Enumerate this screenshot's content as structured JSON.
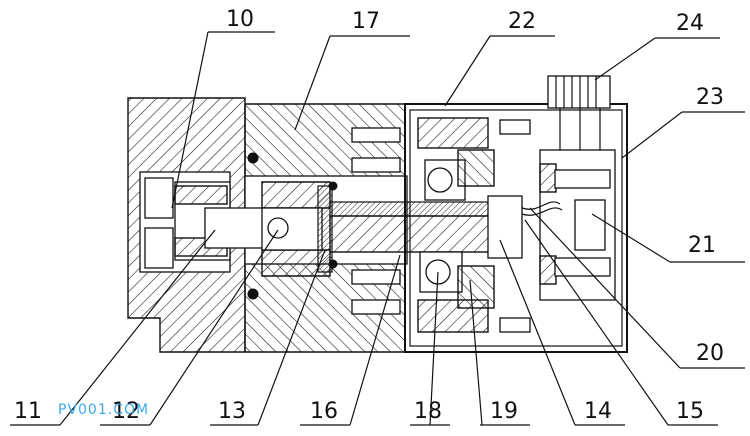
{
  "callouts": [
    {
      "id": "10",
      "text": "10"
    },
    {
      "id": "17",
      "text": "17"
    },
    {
      "id": "22",
      "text": "22"
    },
    {
      "id": "24",
      "text": "24"
    },
    {
      "id": "23",
      "text": "23"
    },
    {
      "id": "21",
      "text": "21"
    },
    {
      "id": "20",
      "text": "20"
    },
    {
      "id": "11",
      "text": "11"
    },
    {
      "id": "12",
      "text": "12"
    },
    {
      "id": "13",
      "text": "13"
    },
    {
      "id": "16",
      "text": "16"
    },
    {
      "id": "18",
      "text": "18"
    },
    {
      "id": "19",
      "text": "19"
    },
    {
      "id": "14",
      "text": "14"
    },
    {
      "id": "15",
      "text": "15"
    }
  ],
  "watermark": "PV001.COM"
}
